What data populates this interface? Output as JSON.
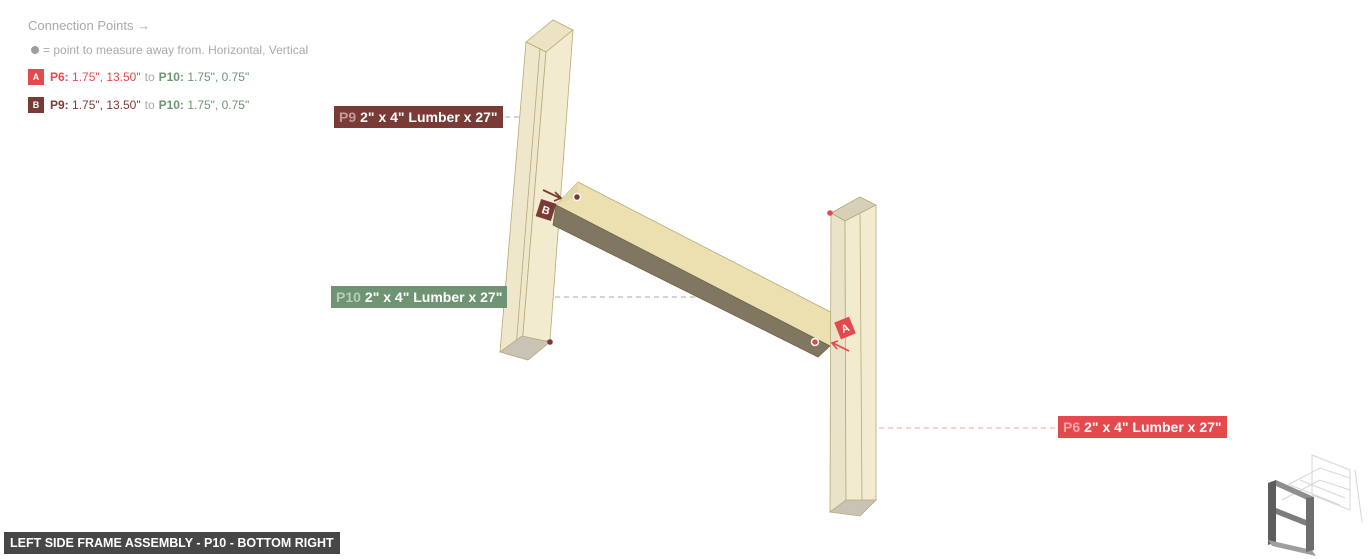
{
  "legend": {
    "title": "Connection Points →",
    "note": "= point to measure away from. Horizontal, Vertical",
    "rows": [
      {
        "badge": "A",
        "badge_color": "#e5484d",
        "from_part": "P6:",
        "from_value": "1.75\", 13.50\"",
        "from_color": "#e5484d",
        "to_word": "to",
        "to_part": "P10:",
        "to_value": "1.75\", 0.75\"",
        "to_color": "#6e9473"
      },
      {
        "badge": "B",
        "badge_color": "#7a3b36",
        "from_part": "P9:",
        "from_value": "1.75\", 13.50\"",
        "from_color": "#7a3b36",
        "to_word": "to",
        "to_part": "P10:",
        "to_value": "1.75\", 0.75\"",
        "to_color": "#6e9473"
      }
    ]
  },
  "parts": [
    {
      "id": "P9",
      "label": "2\" x 4\" Lumber  x 27\"",
      "color": "#7a3b36",
      "id_color": "#c49b97"
    },
    {
      "id": "P10",
      "label": "2\" x 4\" Lumber  x 27\"",
      "color": "#6e9473",
      "id_color": "#b7cdb8"
    },
    {
      "id": "P6",
      "label": "2\" x 4\" Lumber  x 27\"",
      "color": "#e5484d",
      "id_color": "#f6a9ab"
    }
  ],
  "markers": [
    {
      "label": "A",
      "color": "#e5484d"
    },
    {
      "label": "B",
      "color": "#7a3b36"
    }
  ],
  "footer": {
    "title": "LEFT SIDE FRAME ASSEMBLY - P10 - BOTTOM RIGHT"
  },
  "colors": {
    "wood_light": "#f3ebcf",
    "wood_mid": "#e8e0c4",
    "wood_top": "#ecdfb0",
    "wood_dark": "#7f7760",
    "edge": "#b8a878",
    "end_shadow": "#c8c3b4"
  }
}
